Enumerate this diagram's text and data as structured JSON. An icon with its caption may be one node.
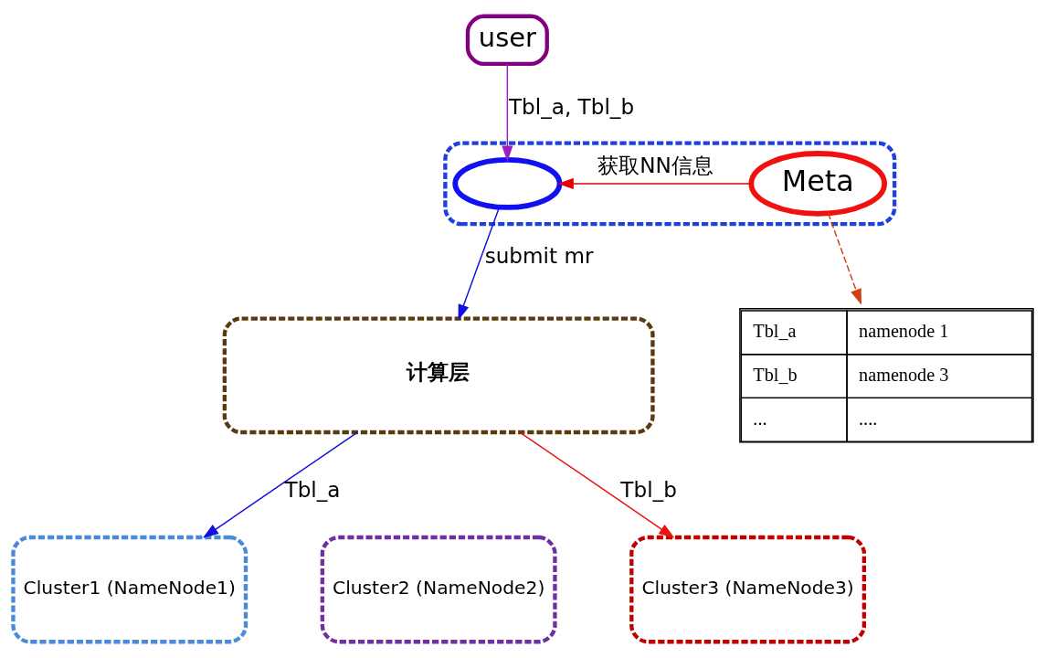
{
  "diagram": {
    "nodes": [
      {
        "text": [],
        "shape": "box"
      },
      {
        "text": [],
        "shape": "circle",
        "in": 0
      },
      {
        "text": [
          "Meta"
        ],
        "in": 0
      },
      {
        "text": [
          "Tbl_a",
          "namenode 1",
          "Tbl_b",
          "namenode 3",
          "...",
          "...."
        ]
      },
      {
        "text": [
          "user"
        ]
      },
      {
        "text": [
          "计算层"
        ]
      },
      {
        "text": [
          "Cluster1 (NameNode1)"
        ]
      },
      {
        "text": [
          "Cluster2 (NameNode2)"
        ]
      },
      {
        "text": [
          "Cluster3 (NameNode3)"
        ]
      }
    ],
    "edges": [
      {
        "from": 2,
        "to": 1,
        "arrow": "to",
        "label": "获取NN信息",
        "color": "#e00000"
      },
      {
        "from": 2,
        "to": 3,
        "arrow": "to",
        "style": "dashed",
        "color": "#d04010"
      },
      {
        "from": 4,
        "to": 1,
        "arrow": "to",
        "label": "Tbl_a, Tbl_b",
        "color": "#9b1fc0"
      },
      {
        "from": 1,
        "to": 5,
        "arrow": "to",
        "label": "submit mr",
        "color": "#1010e0"
      },
      {
        "from": 5,
        "to": 6,
        "arrow": "to",
        "label": "Tbl_a",
        "color": "#1010e0"
      },
      {
        "from": 5,
        "to": 8,
        "arrow": "to",
        "label": "Tbl_b",
        "color": "#f01010"
      }
    ]
  }
}
